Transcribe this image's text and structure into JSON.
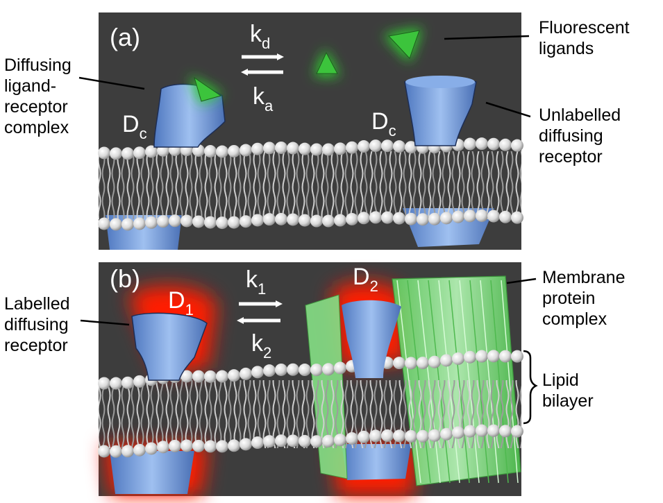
{
  "panels": {
    "a": {
      "letter": "(a)",
      "k_top": {
        "base": "k",
        "sub": "d"
      },
      "k_bottom": {
        "base": "k",
        "sub": "a"
      },
      "receptor_left": {
        "base": "D",
        "sub": "c"
      },
      "receptor_right": {
        "base": "D",
        "sub": "c"
      }
    },
    "b": {
      "letter": "(b)",
      "k_top": {
        "base": "k",
        "sub": "1"
      },
      "k_bottom": {
        "base": "k",
        "sub": "2"
      },
      "receptor_left": {
        "base": "D",
        "sub": "1"
      },
      "receptor_right": {
        "base": "D",
        "sub": "2"
      }
    }
  },
  "callouts": {
    "diffusing_complex": [
      "Diffusing",
      "ligand-",
      "receptor",
      "complex"
    ],
    "fluorescent_ligands": [
      "Fluorescent",
      "ligands"
    ],
    "unlabelled_receptor": [
      "Unlabelled",
      "diffusing",
      "receptor"
    ],
    "labelled_receptor": [
      "Labelled",
      "diffusing",
      "receptor"
    ],
    "membrane_complex": [
      "Membrane",
      "protein",
      "complex"
    ],
    "lipid_bilayer": [
      "Lipid",
      "bilayer"
    ]
  },
  "colors": {
    "panel_bg": "#3d3d3d",
    "receptor": "#6f98d8",
    "ligand": "#39c239",
    "glow_red": "#ff1a00",
    "complex_green": "#7fe27f",
    "lipid_head": "#e6e6e6"
  }
}
